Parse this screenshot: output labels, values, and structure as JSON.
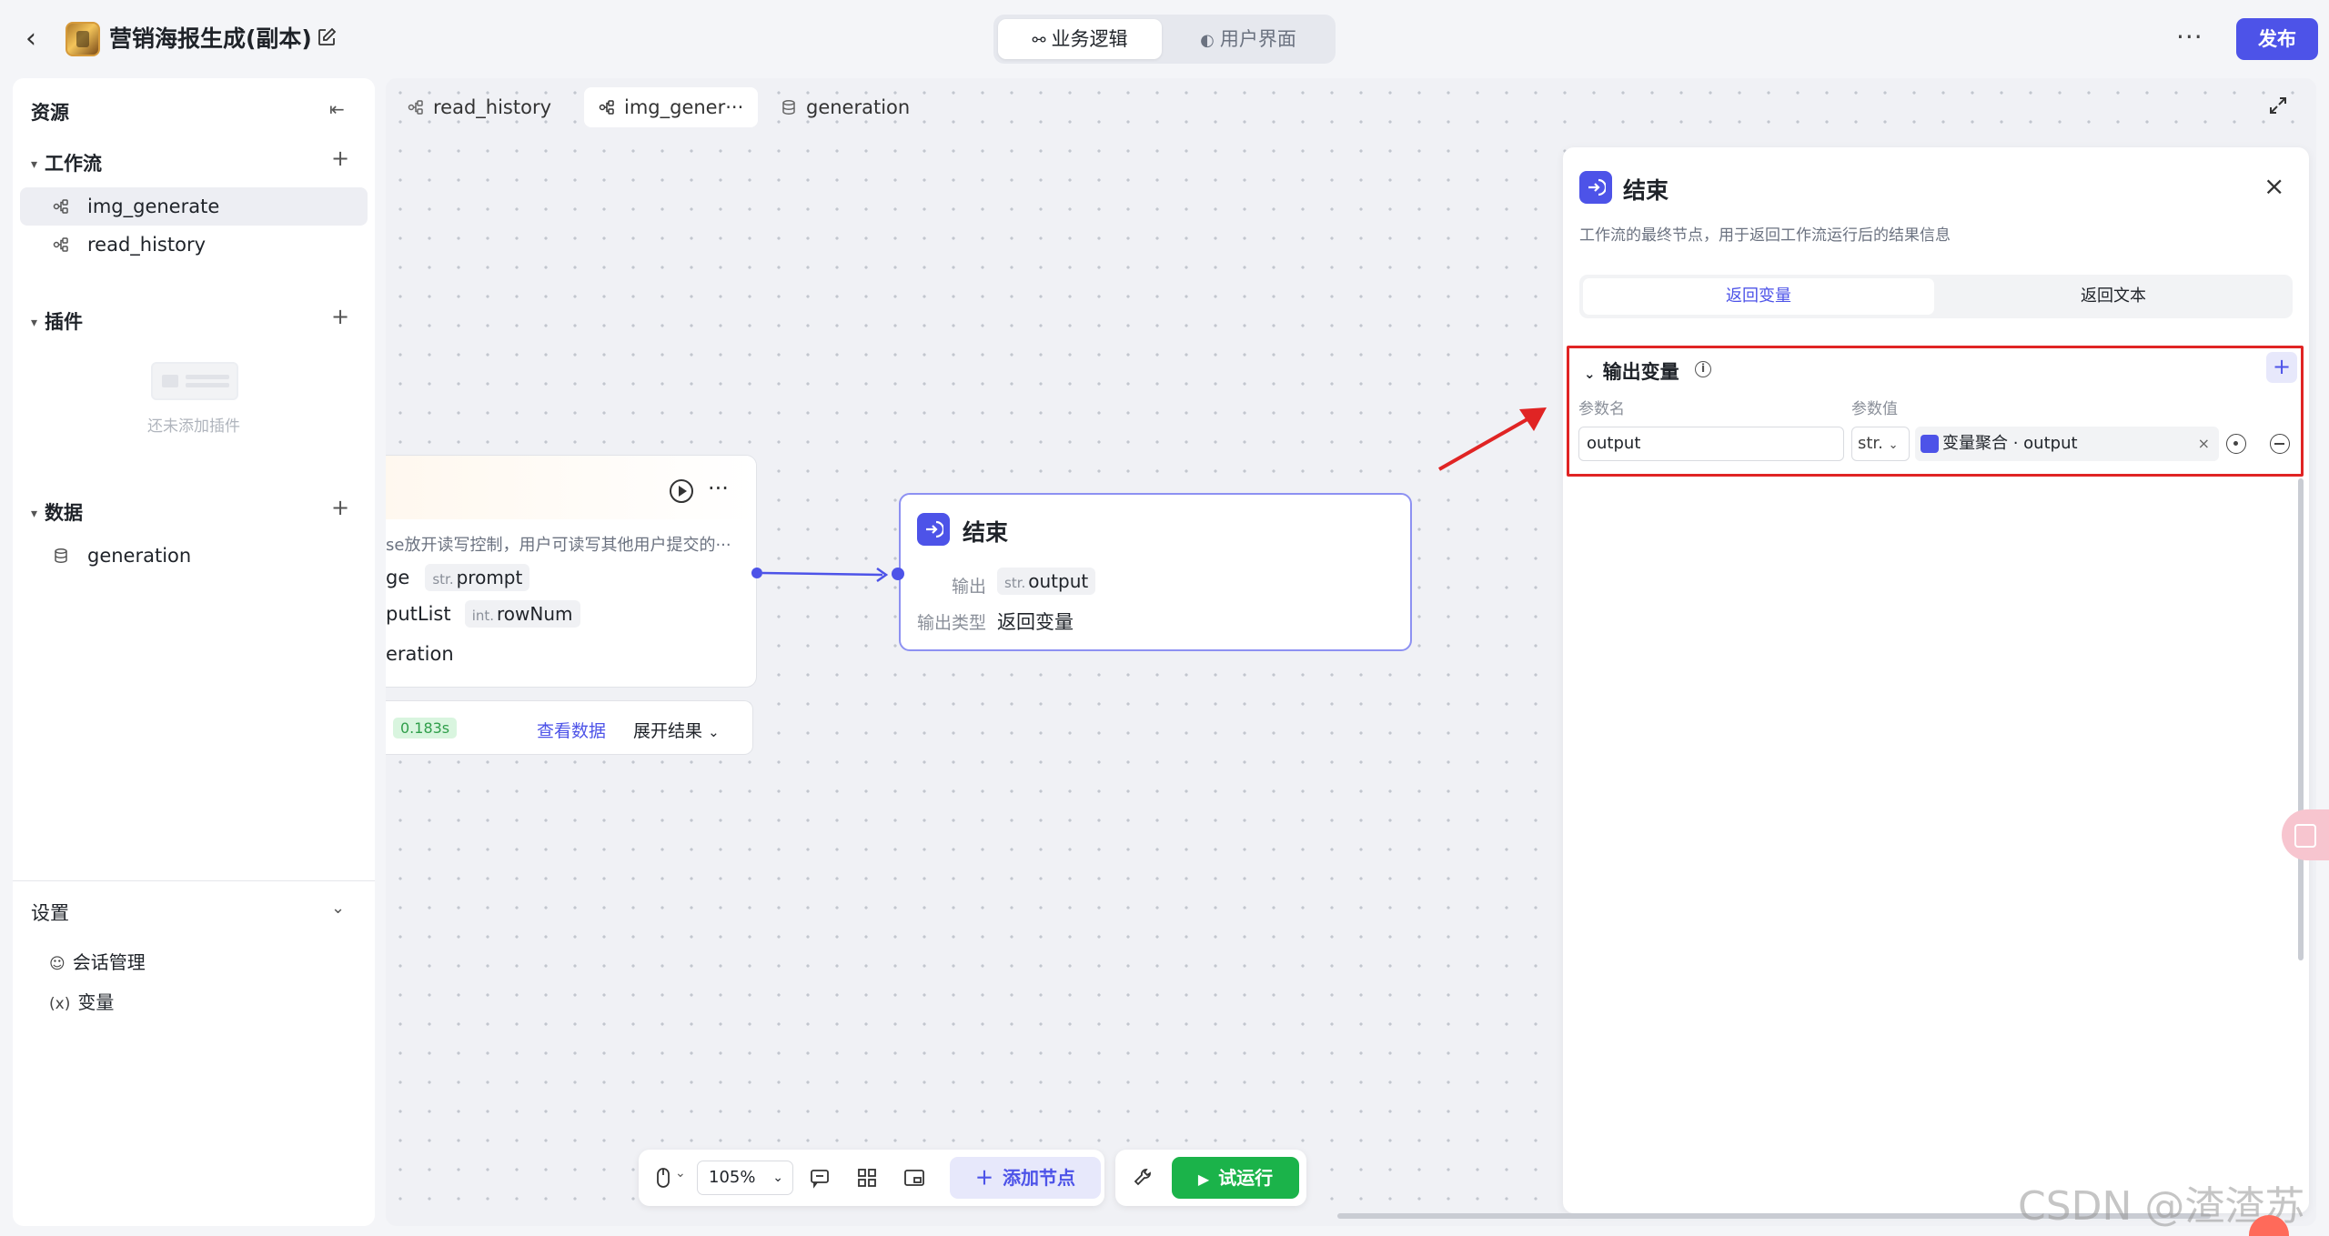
{
  "header": {
    "title": "营销海报生成(副本)",
    "tabs": [
      "业务逻辑",
      "用户界面"
    ],
    "more": "···",
    "publish": "发布"
  },
  "sidebar": {
    "title": "资源",
    "workflow": {
      "label": "工作流",
      "items": [
        "img_generate",
        "read_history"
      ]
    },
    "plugin": {
      "label": "插件",
      "empty": "还未添加插件"
    },
    "data": {
      "label": "数据",
      "items": [
        "generation"
      ]
    },
    "settings": {
      "label": "设置",
      "items": [
        {
          "icon": "conversation-icon",
          "label": "会话管理"
        },
        {
          "icon": "variable-icon",
          "label": "变量",
          "glyph": "(x)"
        }
      ]
    }
  },
  "canvas_tabs": [
    "read_history",
    "img_gener···",
    "generation"
  ],
  "node1": {
    "desc": "se放开读写控制，用户可读写其他用户提交的···",
    "row1_text": "ge",
    "row1_type": "str.",
    "row1_value": "prompt",
    "row2_text": "putList",
    "row2_type": "int.",
    "row2_value": "rowNum",
    "row3_text": "eration",
    "time": "0.183s",
    "view_data": "查看数据",
    "expand": "展开结果"
  },
  "end_node": {
    "title": "结束",
    "output_label": "输出",
    "output_type": "str.",
    "output_value": "output",
    "output_type_label": "输出类型",
    "output_type_value": "返回变量"
  },
  "panel": {
    "title": "结束",
    "desc": "工作流的最终节点，用于返回工作流运行后的结果信息",
    "tabs": [
      "返回变量",
      "返回文本"
    ],
    "section_title": "输出变量",
    "col_name": "参数名",
    "col_value": "参数值",
    "param_name": "output",
    "param_type": "str.",
    "param_value": "变量聚合 · output",
    "info": "i",
    "add": "+",
    "clear": "×",
    "close": "×"
  },
  "toolbar": {
    "zoom": "105%",
    "add_node": "添加节点",
    "test_run": "试运行"
  },
  "watermark": "CSDN @渣渣苏",
  "colors": {
    "accent": "#4d53e8",
    "run_green": "#1bb34a",
    "highlight_red": "#e02424"
  }
}
